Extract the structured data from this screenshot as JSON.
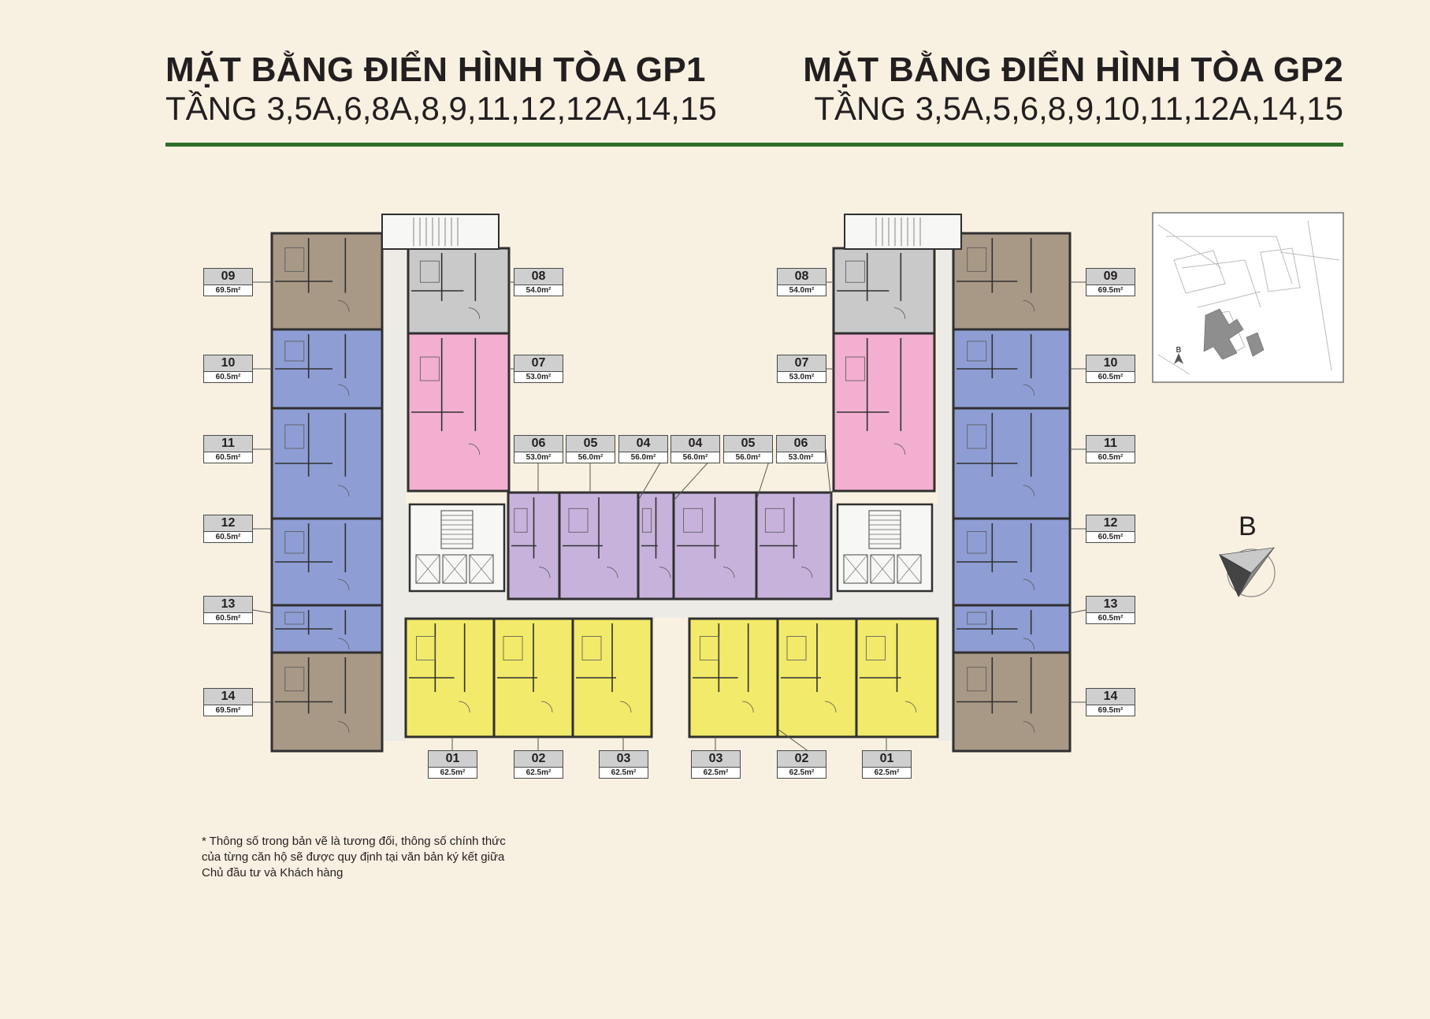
{
  "headers": {
    "gp1": {
      "title": "MẶT BẰNG ĐIỂN HÌNH TÒA GP1",
      "floors": "TẦNG 3,5A,6,8A,8,9,11,12,12A,14,15"
    },
    "gp2": {
      "title": "MẶT BẰNG ĐIỂN HÌNH TÒA GP2",
      "floors": "TẦNG 3,5A,5,6,8,9,10,11,12A,14,15"
    }
  },
  "colors": {
    "accent_rule": "#2e6e2a",
    "tan": "#a89886",
    "blue": "#8e9ed4",
    "gray": "#c9c9c9",
    "pink": "#f2afd0",
    "purple": "#c7b2dc",
    "yellow": "#f2ea6a",
    "corridor": "#ecebe6",
    "wall": "#303030"
  },
  "units": {
    "gp1": [
      {
        "id": "09",
        "area": "69.5m²",
        "color": "tan"
      },
      {
        "id": "10",
        "area": "60.5m²",
        "color": "blue"
      },
      {
        "id": "11",
        "area": "60.5m²",
        "color": "blue"
      },
      {
        "id": "12",
        "area": "60.5m²",
        "color": "blue"
      },
      {
        "id": "13",
        "area": "60.5m²",
        "color": "blue"
      },
      {
        "id": "14",
        "area": "69.5m²",
        "color": "tan"
      },
      {
        "id": "08",
        "area": "54.0m²",
        "color": "gray"
      },
      {
        "id": "07",
        "area": "53.0m²",
        "color": "pink"
      },
      {
        "id": "06",
        "area": "53.0m²",
        "color": "purple"
      },
      {
        "id": "05",
        "area": "56.0m²",
        "color": "purple"
      },
      {
        "id": "04",
        "area": "56.0m²",
        "color": "purple"
      },
      {
        "id": "01",
        "area": "62.5m²",
        "color": "yellow"
      },
      {
        "id": "02",
        "area": "62.5m²",
        "color": "yellow"
      },
      {
        "id": "03",
        "area": "62.5m²",
        "color": "yellow"
      }
    ],
    "gp2": [
      {
        "id": "04",
        "area": "56.0m²",
        "color": "purple"
      },
      {
        "id": "05",
        "area": "56.0m²",
        "color": "purple"
      },
      {
        "id": "06",
        "area": "53.0m²",
        "color": "purple"
      },
      {
        "id": "08",
        "area": "54.0m²",
        "color": "gray"
      },
      {
        "id": "07",
        "area": "53.0m²",
        "color": "pink"
      },
      {
        "id": "09",
        "area": "69.5m²",
        "color": "tan"
      },
      {
        "id": "10",
        "area": "60.5m²",
        "color": "blue"
      },
      {
        "id": "11",
        "area": "60.5m²",
        "color": "blue"
      },
      {
        "id": "12",
        "area": "60.5m²",
        "color": "blue"
      },
      {
        "id": "13",
        "area": "60.5m²",
        "color": "blue"
      },
      {
        "id": "14",
        "area": "69.5m²",
        "color": "tan"
      },
      {
        "id": "03",
        "area": "62.5m²",
        "color": "yellow"
      },
      {
        "id": "02",
        "area": "62.5m²",
        "color": "yellow"
      },
      {
        "id": "01",
        "area": "62.5m²",
        "color": "yellow"
      }
    ]
  },
  "compass": {
    "letter": "B",
    "minimap_letter": "B"
  },
  "note": {
    "line1": "* Thông số trong bản vẽ là tương đối, thông số chính thức",
    "line2": "của từng căn hộ sẽ được quy định tại văn bản ký kết giữa",
    "line3": "Chủ đầu tư và Khách hàng"
  }
}
